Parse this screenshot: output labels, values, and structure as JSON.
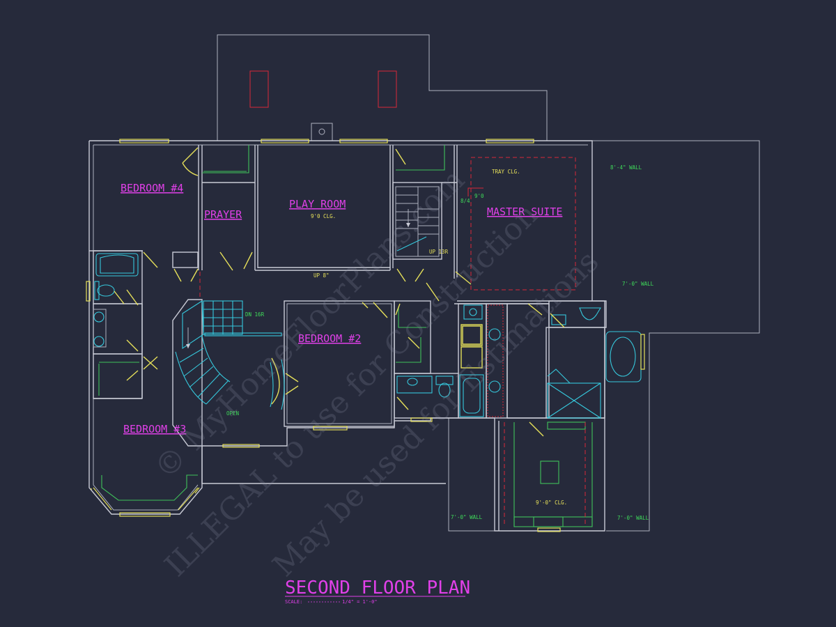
{
  "drawing": {
    "title": "SECOND FLOOR PLAN",
    "scale_label": "SCALE:",
    "scale_value": "1/4\" = 1'-0\""
  },
  "rooms": {
    "bedroom4": "BEDROOM #4",
    "prayer": "PRAYER",
    "play_room": "PLAY ROOM",
    "master_suite": "MASTER SUITE",
    "bedroom2": "BEDROOM #2",
    "bedroom3": "BEDROOM #3"
  },
  "notes": {
    "play_room_clg": "9'0 CLG.",
    "up_8r": "UP 8\"",
    "up_13r": "UP 13R",
    "dn_16r": "DN 16R",
    "open": "OPEN",
    "tray_clg": "TRAY CLG.",
    "m_8_4": "8/4",
    "m_9_0": "9'0",
    "wall_8_4": "8'-4\" WALL",
    "wall_7_0_right": "7'-0\" WALL",
    "wall_7_0_bottom_left": "7'-0\" WALL",
    "wall_7_0_bottom_right": "7'-0\" WALL",
    "clg_9_0": "9'-0\" CLG."
  },
  "watermark": {
    "line1": "© MyHomeFloorPlans.com",
    "line2": "ILLEGAL to use for Construction",
    "line3": "May be used for Estimations"
  },
  "colors": {
    "background": "#262a3b",
    "walls": "#c9cbd6",
    "labels": "#e040e8",
    "notes": "#3fdc5a",
    "doors_windows": "#e6e05a",
    "fixtures": "#36c8dc",
    "ceiling_lines": "#d8283a"
  }
}
